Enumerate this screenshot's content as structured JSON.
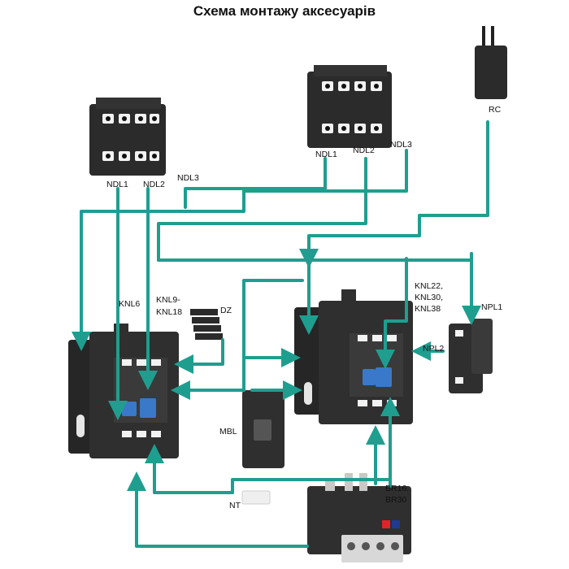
{
  "title": "Схема монтажу аксесуарів",
  "colors": {
    "connector": "#1f9e8f",
    "device": "#2b2b2b",
    "accent": "#3a78c9"
  },
  "labels": {
    "rc": "RC",
    "ndl1_left": "NDL1",
    "ndl2_left": "NDL2",
    "ndl3_left": "NDL3",
    "ndl1_right": "NDL1",
    "ndl2_right": "NDL2",
    "ndl3_right": "NDL3",
    "knl6": "KNL6",
    "knl9_a": "KNL9-",
    "knl9_b": "KNL18",
    "dz": "DZ",
    "knl22_a": "KNL22,",
    "knl22_b": "KNL30,",
    "knl22_c": "KNL38",
    "npl1": "NPL1",
    "npl2": "NPL2",
    "mbl": "MBL",
    "nt": "NT",
    "br_a": "BR16,",
    "br_b": "BR30"
  }
}
